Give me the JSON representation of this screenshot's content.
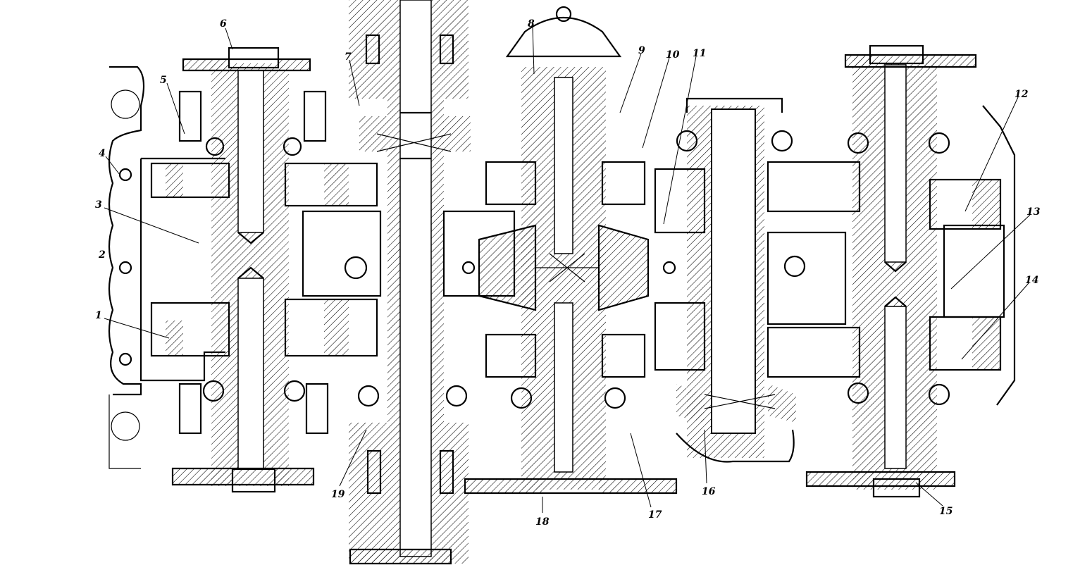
{
  "callouts": [
    {
      "id": "1",
      "label": "1"
    },
    {
      "id": "2",
      "label": "2"
    },
    {
      "id": "3",
      "label": "3"
    },
    {
      "id": "4",
      "label": "4"
    },
    {
      "id": "5",
      "label": "5"
    },
    {
      "id": "6",
      "label": "6"
    },
    {
      "id": "7",
      "label": "7"
    },
    {
      "id": "8",
      "label": "8"
    },
    {
      "id": "9",
      "label": "9"
    },
    {
      "id": "10",
      "label": "10"
    },
    {
      "id": "11",
      "label": "11"
    },
    {
      "id": "12",
      "label": "12"
    },
    {
      "id": "13",
      "label": "13"
    },
    {
      "id": "14",
      "label": "14"
    },
    {
      "id": "15",
      "label": "15"
    },
    {
      "id": "16",
      "label": "16"
    },
    {
      "id": "17",
      "label": "17"
    },
    {
      "id": "18",
      "label": "18"
    },
    {
      "id": "19",
      "label": "19"
    }
  ],
  "colors": {
    "ink": "#000000",
    "paper": "#ffffff"
  }
}
